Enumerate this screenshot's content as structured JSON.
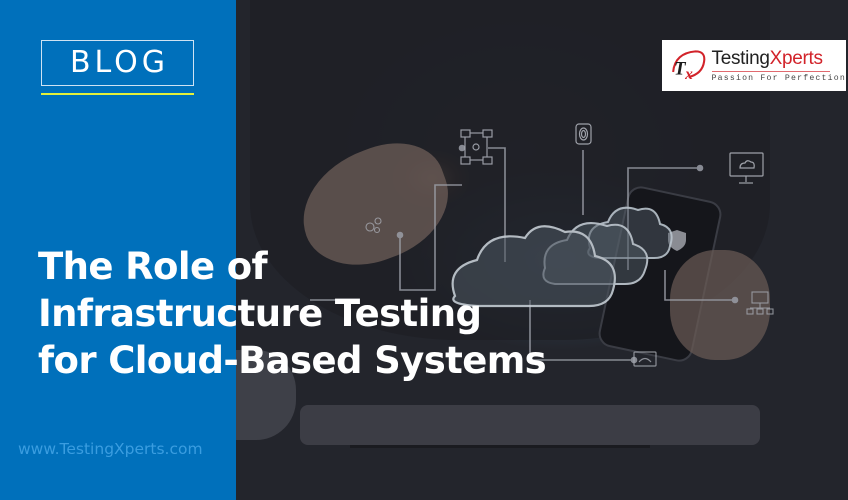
{
  "banner": {
    "category_label": "BLOG",
    "headline_lines": [
      "The Role of",
      "Infrastructure Testing",
      "for Cloud-Based Systems"
    ],
    "website": "www.TestingXperts.com"
  },
  "logo": {
    "name_part1": "Testing",
    "name_part2": "Xperts",
    "monogram": "TX",
    "tagline": "Passion For Perfection"
  },
  "colors": {
    "panel_blue": "#0070bb",
    "underline_yellow": "#e4f03a",
    "logo_red": "#d2232a",
    "website_text": "#3a9de0",
    "photo_dark": "#2a2c33"
  },
  "icons": [
    "network-nodes-icon",
    "fingerprint-icon",
    "monitor-cloud-icon",
    "shield-icon",
    "folder-network-icon",
    "laptop-icon",
    "cloud-icon",
    "bubbles-icon"
  ]
}
